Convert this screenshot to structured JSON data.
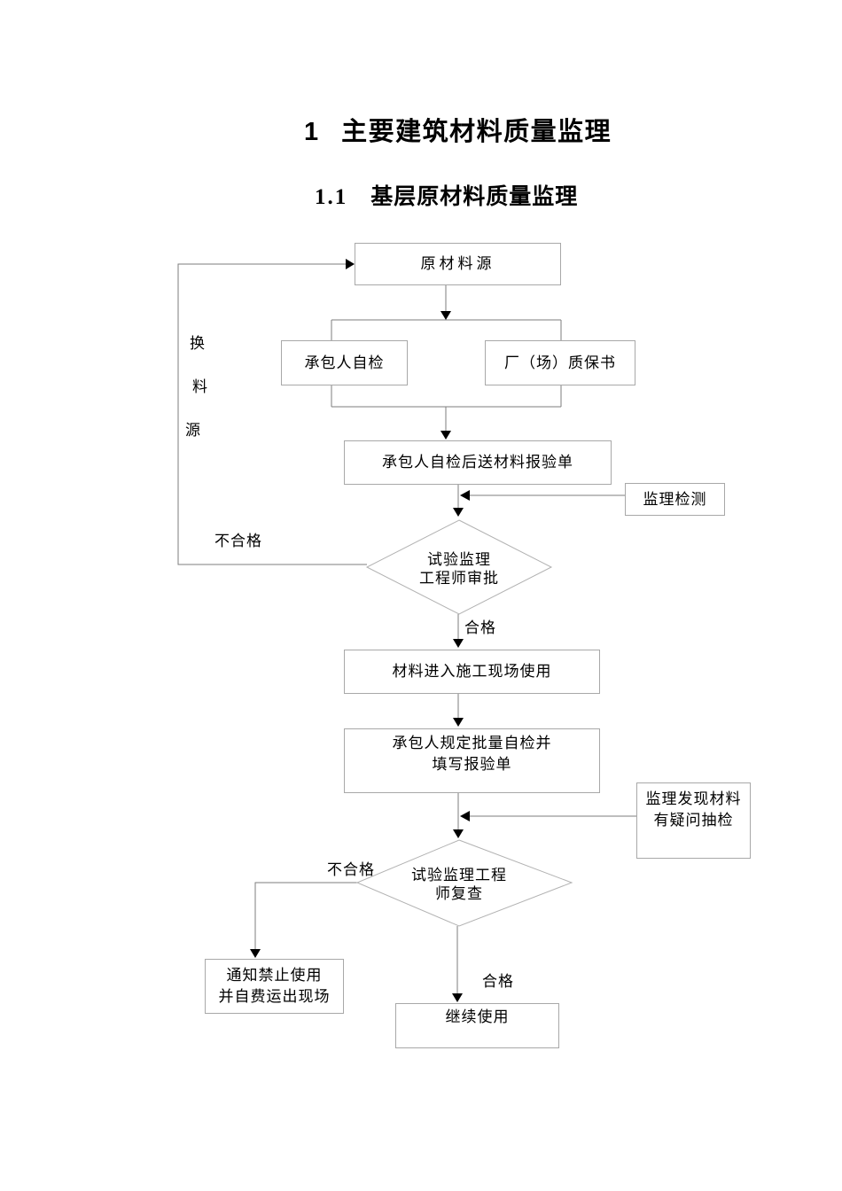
{
  "page": {
    "title_number": "1",
    "title": "主要建筑材料质量监理",
    "section_number": "1.1",
    "section_title": "基层原材料质量监理"
  },
  "flowchart": {
    "nodes": {
      "raw_material_source": {
        "label": "原材料源"
      },
      "contractor_self_check": {
        "label": "承包人自检"
      },
      "factory_certificate": {
        "label": "厂（场）质保书"
      },
      "submit_inspection_form": {
        "label": "承包人自检后送材料报验单"
      },
      "supervision_test": {
        "label": "监理检测"
      },
      "approval_decision": {
        "line1": "试验监理",
        "line2": "工程师审批"
      },
      "enter_site_use": {
        "label": "材料进入施工现场使用"
      },
      "batch_self_check": {
        "line1": "承包人规定批量自检并",
        "line2": "填写报验单"
      },
      "supervision_sampling": {
        "line1": "监理发现材料",
        "line2": "有疑问抽检"
      },
      "recheck_decision": {
        "line1": "试验监理工程",
        "line2": "师复查"
      },
      "notify_prohibit": {
        "line1": "通知禁止使用",
        "line2": "并自费运出现场"
      },
      "continue_use": {
        "label": "继续使用"
      }
    },
    "edge_labels": {
      "change_source_char1": "换",
      "change_source_char2": "料",
      "change_source_char3": "源",
      "fail_1": "不合格",
      "pass_1": "合格",
      "fail_2": "不合格",
      "pass_2": "合格"
    },
    "colors": {
      "line": "#7d7d7d",
      "box_border": "#a8a8a8",
      "diamond_border": "#b2b2b2",
      "arrowhead": "#000000"
    }
  }
}
